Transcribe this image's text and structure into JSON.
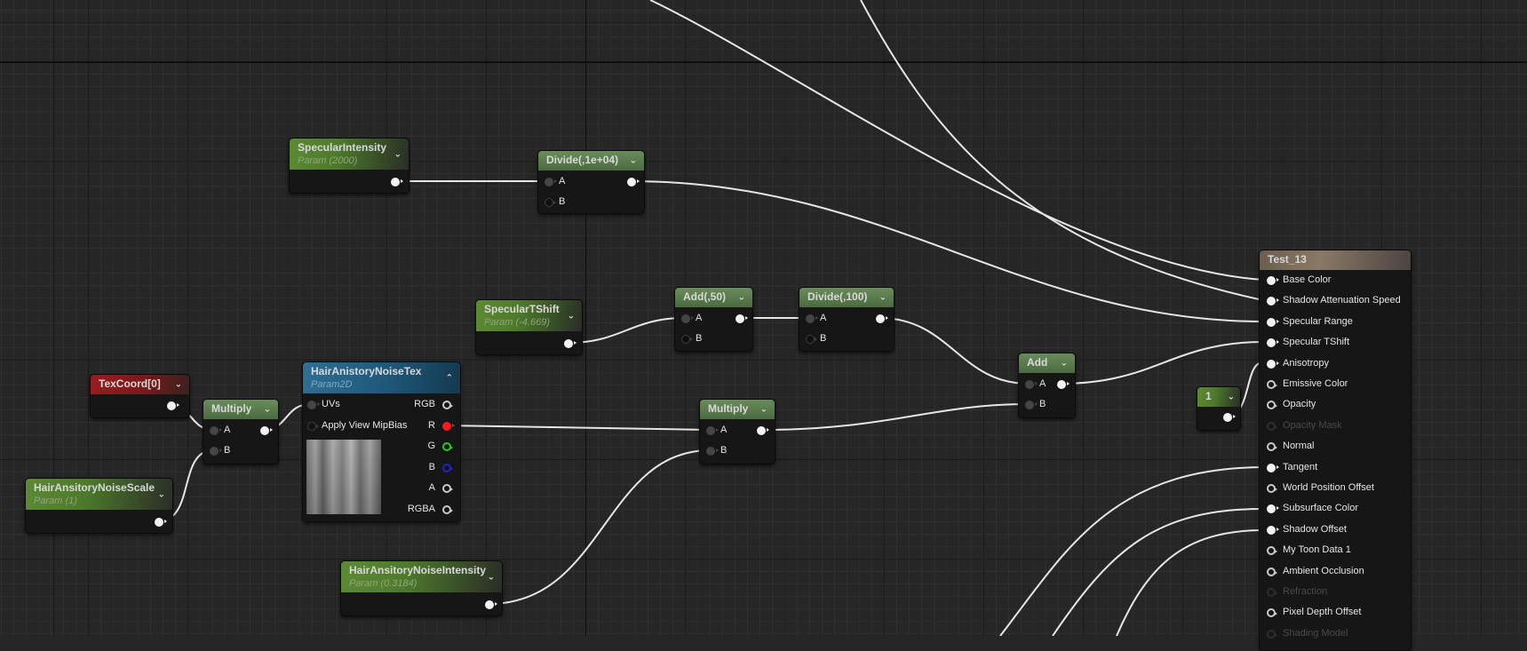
{
  "graph": {
    "nodes": {
      "specular_intensity": {
        "title": "SpecularIntensity",
        "subtitle": "Param (2000)"
      },
      "divide_1e04": {
        "title": "Divide(,1e+04)",
        "pins": [
          "A",
          "B"
        ]
      },
      "specular_tshift": {
        "title": "SpecularTShift",
        "subtitle": "Param (-4.669)"
      },
      "add_50": {
        "title": "Add(,50)",
        "pins": [
          "A",
          "B"
        ]
      },
      "divide_100": {
        "title": "Divide(,100)",
        "pins": [
          "A",
          "B"
        ]
      },
      "texcoord": {
        "title": "TexCoord[0]"
      },
      "multiply_uv": {
        "title": "Multiply",
        "pins": [
          "A",
          "B"
        ]
      },
      "noise_scale": {
        "title": "HairAnsitoryNoiseScale",
        "subtitle": "Param (1)"
      },
      "noise_tex": {
        "title": "HairAnistoryNoiseTex",
        "subtitle": "Param2D",
        "inputs": [
          "UVs",
          "Apply View MipBias"
        ],
        "outputs": [
          "RGB",
          "R",
          "G",
          "B",
          "A",
          "RGBA"
        ]
      },
      "multiply_noise": {
        "title": "Multiply",
        "pins": [
          "A",
          "B"
        ]
      },
      "noise_intensity": {
        "title": "HairAnsitoryNoiseIntensity",
        "subtitle": "Param (0.3184)"
      },
      "add": {
        "title": "Add",
        "pins": [
          "A",
          "B"
        ]
      },
      "const_1": {
        "title": "1"
      },
      "material": {
        "title": "Test_13",
        "inputs": [
          {
            "label": "Base Color",
            "state": "connected"
          },
          {
            "label": "Shadow Attenuation Speed",
            "state": "connected"
          },
          {
            "label": "Specular Range",
            "state": "connected"
          },
          {
            "label": "Specular TShift",
            "state": "connected"
          },
          {
            "label": "Anisotropy",
            "state": "connected"
          },
          {
            "label": "Emissive Color",
            "state": "empty"
          },
          {
            "label": "Opacity",
            "state": "empty"
          },
          {
            "label": "Opacity Mask",
            "state": "disabled"
          },
          {
            "label": "Normal",
            "state": "empty"
          },
          {
            "label": "Tangent",
            "state": "connected"
          },
          {
            "label": "World Position Offset",
            "state": "empty"
          },
          {
            "label": "Subsurface Color",
            "state": "connected"
          },
          {
            "label": "Shadow Offset",
            "state": "connected"
          },
          {
            "label": "My Toon Data 1",
            "state": "empty"
          },
          {
            "label": "Ambient Occlusion",
            "state": "empty"
          },
          {
            "label": "Refraction",
            "state": "disabled"
          },
          {
            "label": "Pixel Depth Offset",
            "state": "empty"
          },
          {
            "label": "Shading Model",
            "state": "disabled"
          }
        ]
      }
    },
    "colors": {
      "background": "#262626",
      "param_header": "#5d8a34",
      "math_header": "#6a8d5c",
      "texcoord_header": "#9a1d1d",
      "texture_header": "#2f6f93",
      "material_header": "#8a7966",
      "wire": "#e6e6e6",
      "r_pin": "#ff1a1a",
      "g_pin": "#22cc22",
      "b_pin": "#2222cc"
    }
  }
}
